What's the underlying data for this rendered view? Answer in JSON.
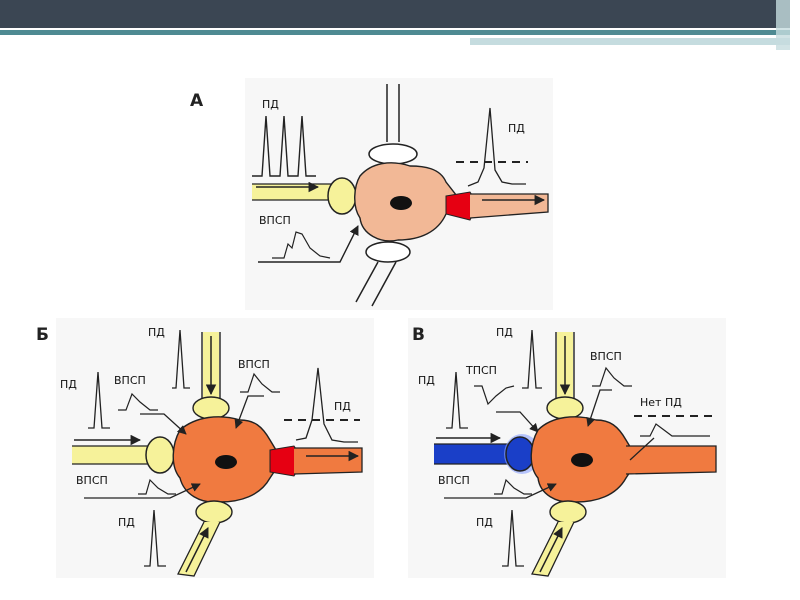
{
  "colors": {
    "header_dark": "#3b4653",
    "header_teal": "#4e8a92",
    "header_light": "#c5dcdf",
    "neuron_A": "#f2b896",
    "neuron_BV": "#f07a40",
    "excitatory_synapse": "#f6f29a",
    "inhibitory_synapse": "#1a3fc8",
    "axon_hillock": "#e60012",
    "stroke": "#222222"
  },
  "panels": {
    "A": {
      "letter": "А",
      "labels": {
        "pd_in": "ПД",
        "pd_out": "ПД",
        "vpsp": "ВПСП"
      }
    },
    "B": {
      "letter": "Б",
      "labels": {
        "pd_top": "ПД",
        "pd_left": "ПД",
        "vpsp_left": "ВПСП",
        "vpsp_top": "ВПСП",
        "pd_out": "ПД",
        "vpsp_bottom": "ВПСП",
        "pd_bottom": "ПД"
      }
    },
    "V": {
      "letter": "В",
      "labels": {
        "pd_top": "ПД",
        "pd_left": "ПД",
        "tpsp": "ТПСП",
        "vpsp_top": "ВПСП",
        "no_pd": "Нет ПД",
        "vpsp_bottom": "ВПСП",
        "pd_bottom": "ПД"
      }
    }
  }
}
